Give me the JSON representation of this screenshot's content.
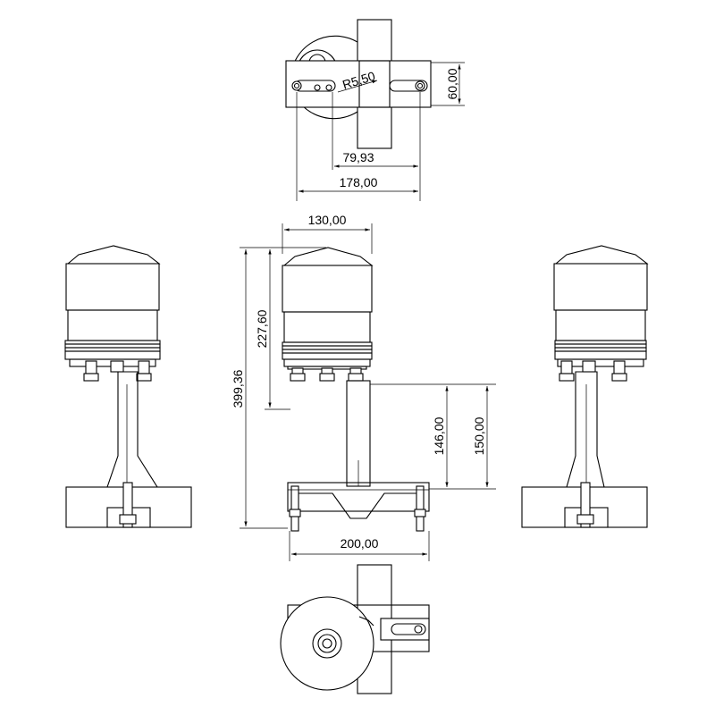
{
  "drawing": {
    "dimensions": {
      "radius": "R5,50",
      "plate_height": "60,00",
      "hole_offset": "79,93",
      "plate_width": "178,00",
      "head_width": "130,00",
      "total_height": "399,36",
      "head_height": "227,60",
      "mount_height_1": "146,00",
      "mount_height_2": "150,00",
      "base_width": "200,00"
    }
  }
}
